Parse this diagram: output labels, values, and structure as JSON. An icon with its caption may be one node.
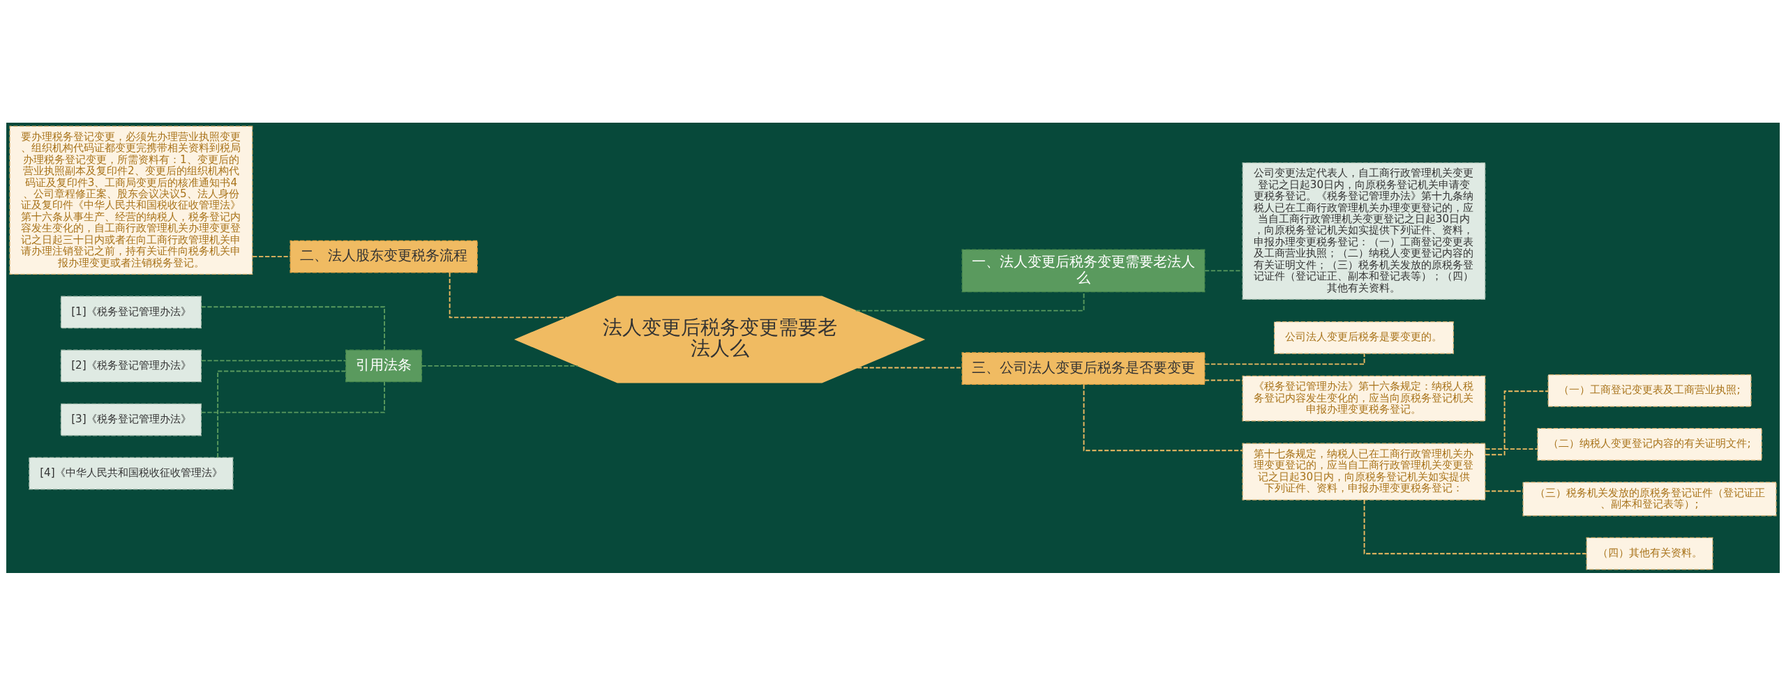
{
  "diagram": {
    "nodes": [
      {
        "text": [
          "法人变更后税务变更需要老法人么"
        ]
      },
      {
        "text": [
          "一、法人变更后税务变更需要老法人么"
        ]
      },
      {
        "text": [
          "公司变更法定代表人，自工商行政管理机关变更登记之日起30日内，向原税务登记机关申请变更税务登记。《税务登记管理办法》第十九条纳税人已在工商行政管理机关办理变更登记的，应当自工商行政管理机关变更登记之日起30日内，向原税务登记机关如实提供下列证件、资料，申报办理变更税务登记：（一）工商登记变更表及工商营业执照；（二）纳税人变更登记内容的有关证明文件；（三）税务机关发放的原税务登记证件（登记证正、副本和登记表等）；（四）其他有关资料。"
        ]
      },
      {
        "text": [
          "三、公司法人变更后税务是否要变更"
        ]
      },
      {
        "text": [
          "公司法人变更后税务是要变更的。"
        ]
      },
      {
        "text": [
          "《税务登记管理办法》第十六条规定：纳税人税务登记内容发生变化的，应当向原税务登记机关申报办理变更税务登记。"
        ]
      },
      {
        "text": [
          "第十七条规定，纳税人已在工商行政管理机关办理变更登记的，应当自工商行政管理机关变更登记之日起30日内，向原税务登记机关如实提供下列证件、资料，申报办理变更税务登记："
        ]
      },
      {
        "text": [
          "（一）工商登记变更表及工商营业执照;"
        ]
      },
      {
        "text": [
          "（二）纳税人变更登记内容的有关证明文件;"
        ]
      },
      {
        "text": [
          "（三）税务机关发放的原税务登记证件（登记证正、副本和登记表等）;"
        ]
      },
      {
        "text": [
          "（四）其他有关资料。"
        ]
      },
      {
        "text": [
          "二、法人股东变更税务流程"
        ]
      },
      {
        "text": [
          "要办理税务登记变更，必须先办理营业执照变更、组织机构代码证都变更完携带相关资料到税局办理税务登记变更，所需资料有：1、变更后的营业执照副本及复印件2、变更后的组织机构代码证及复印件3、工商局变更后的核准通知书4、公司章程修正案、股东会议决议5、法人身份证及复印件《中华人民共和国税收征收管理法》第十六条从事生产、经营的纳税人，税务登记内容发生变化的，自工商行政管理机关办理变更登记之日起三十日内或者在向工商行政管理机关申请办理注销登记之前，持有关证件向税务机关申报办理变更或者注销税务登记。"
        ]
      },
      {
        "text": [
          "引用法条"
        ]
      },
      {
        "text": [
          "[1]《税务登记管理办法》"
        ]
      },
      {
        "text": [
          "[2]《税务登记管理办法》"
        ]
      },
      {
        "text": [
          "[3]《税务登记管理办法》"
        ]
      },
      {
        "text": [
          "[4]《中华人民共和国税收征收管理法》"
        ]
      }
    ],
    "edges": [
      {
        "from": 0,
        "to": 1,
        "arrow": "none",
        "style": "dashed",
        "color": "#5a9a5e"
      },
      {
        "from": 1,
        "to": 2,
        "arrow": "none",
        "style": "dashed",
        "color": "#5a9a5e"
      },
      {
        "from": 0,
        "to": 3,
        "arrow": "none",
        "style": "dashed"
      },
      {
        "from": 3,
        "to": 4,
        "arrow": "none",
        "style": "dashed"
      },
      {
        "from": 3,
        "to": 5,
        "arrow": "none",
        "style": "dashed"
      },
      {
        "from": 3,
        "to": 6,
        "arrow": "none",
        "style": "dashed"
      },
      {
        "from": 6,
        "to": 7,
        "arrow": "none",
        "style": "dashed"
      },
      {
        "from": 6,
        "to": 8,
        "arrow": "none",
        "style": "dashed"
      },
      {
        "from": 6,
        "to": 9,
        "arrow": "none",
        "style": "dashed"
      },
      {
        "from": 6,
        "to": 10,
        "arrow": "none",
        "style": "dashed"
      },
      {
        "from": 0,
        "to": 11,
        "arrow": "none",
        "style": "dashed"
      },
      {
        "from": 11,
        "to": 12,
        "arrow": "none",
        "style": "dashed"
      },
      {
        "from": 0,
        "to": 13,
        "arrow": "none",
        "style": "dashed",
        "color": "#5a9a5e"
      },
      {
        "from": 13,
        "to": 14,
        "arrow": "none",
        "style": "dashed",
        "color": "#5a9a5e"
      },
      {
        "from": 13,
        "to": 15,
        "arrow": "none",
        "style": "dashed",
        "color": "#5a9a5e"
      },
      {
        "from": 13,
        "to": 16,
        "arrow": "none",
        "style": "dashed",
        "color": "#5a9a5e"
      },
      {
        "from": 13,
        "to": 17,
        "arrow": "none",
        "style": "dashed",
        "color": "#5a9a5e"
      }
    ]
  }
}
